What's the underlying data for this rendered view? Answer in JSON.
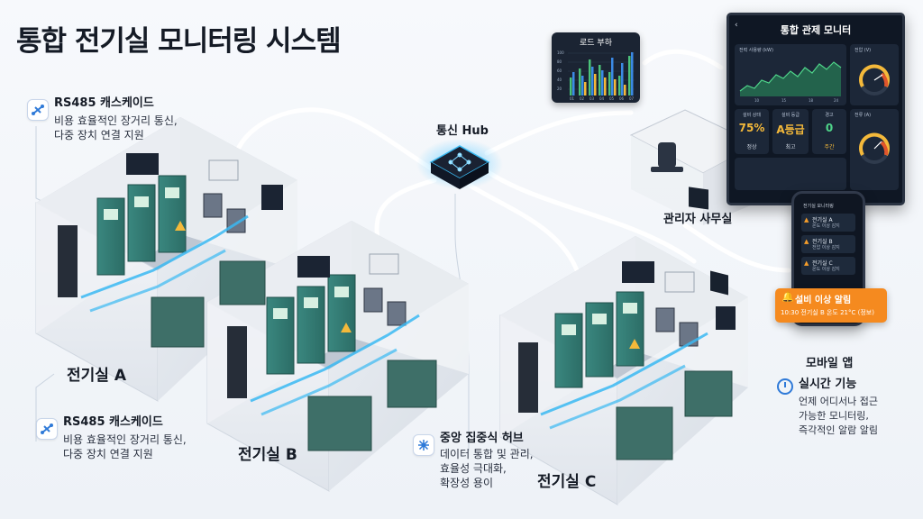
{
  "title": "통합 전기실 모니터링 시스템",
  "rs485_top": {
    "title": "RS485 캐스케이드",
    "lines": [
      "비용 효율적인 장거리 통신,",
      "다중 장치 연결 지원"
    ]
  },
  "rs485_bottom": {
    "title": "RS485 캐스케이드",
    "lines": [
      "비용 효율적인 장거리 통신,",
      "다중 장치 연결 지원"
    ]
  },
  "hub_label": "통신 Hub",
  "central_hub": {
    "title": "중앙 집중식 허브",
    "lines": [
      "데이터 통합 및 관리,",
      "효율성 극대화,",
      "확장성 용이"
    ]
  },
  "rooms": {
    "a": "전기실 A",
    "b": "전기실 B",
    "c": "전기실 C"
  },
  "load_chart": {
    "title": "로드 부하",
    "categories": [
      "01",
      "02",
      "03",
      "04",
      "05",
      "06",
      "07"
    ],
    "ticks": [
      "100",
      "80",
      "60",
      "40",
      "20"
    ]
  },
  "office_label": "관리자 사무실",
  "monitor": {
    "title": "통합 관제 모니터",
    "power_label": "전력 사용량 (kW)",
    "voltage_label": "전압 (V)",
    "current_label": "전류 (A)",
    "axis": [
      "10",
      "15",
      "18",
      "24"
    ],
    "cards": [
      {
        "label": "설비 상태",
        "value": "75%",
        "sub": "정상"
      },
      {
        "label": "설비 등급",
        "value": "A등급",
        "sub": "최고"
      },
      {
        "label": "경고",
        "value": "0",
        "sub": "주간"
      }
    ]
  },
  "mobile_label": "모바일 앱",
  "phone": {
    "header": "전기실 모니터링",
    "items": [
      {
        "title": "전기실 A",
        "sub": "온도 이상 감지"
      },
      {
        "title": "전기실 B",
        "sub": "전압 이상 감지"
      },
      {
        "title": "전기실 C",
        "sub": "온도 이상 감지"
      }
    ]
  },
  "toast": {
    "title": "설비 이상 알림",
    "text": "10:30 전기실 B 온도 21°C (정보)"
  },
  "realtime": {
    "title": "실시간 기능",
    "lines": [
      "언제 어디서나 접근",
      "가능한 모니터링,",
      "즉각적인 알람 알림"
    ]
  },
  "colors": {
    "cabinet": "#3f8f86",
    "cable": "#39b9f2",
    "alert": "#f58a1f",
    "accent": "#f4b93a"
  }
}
